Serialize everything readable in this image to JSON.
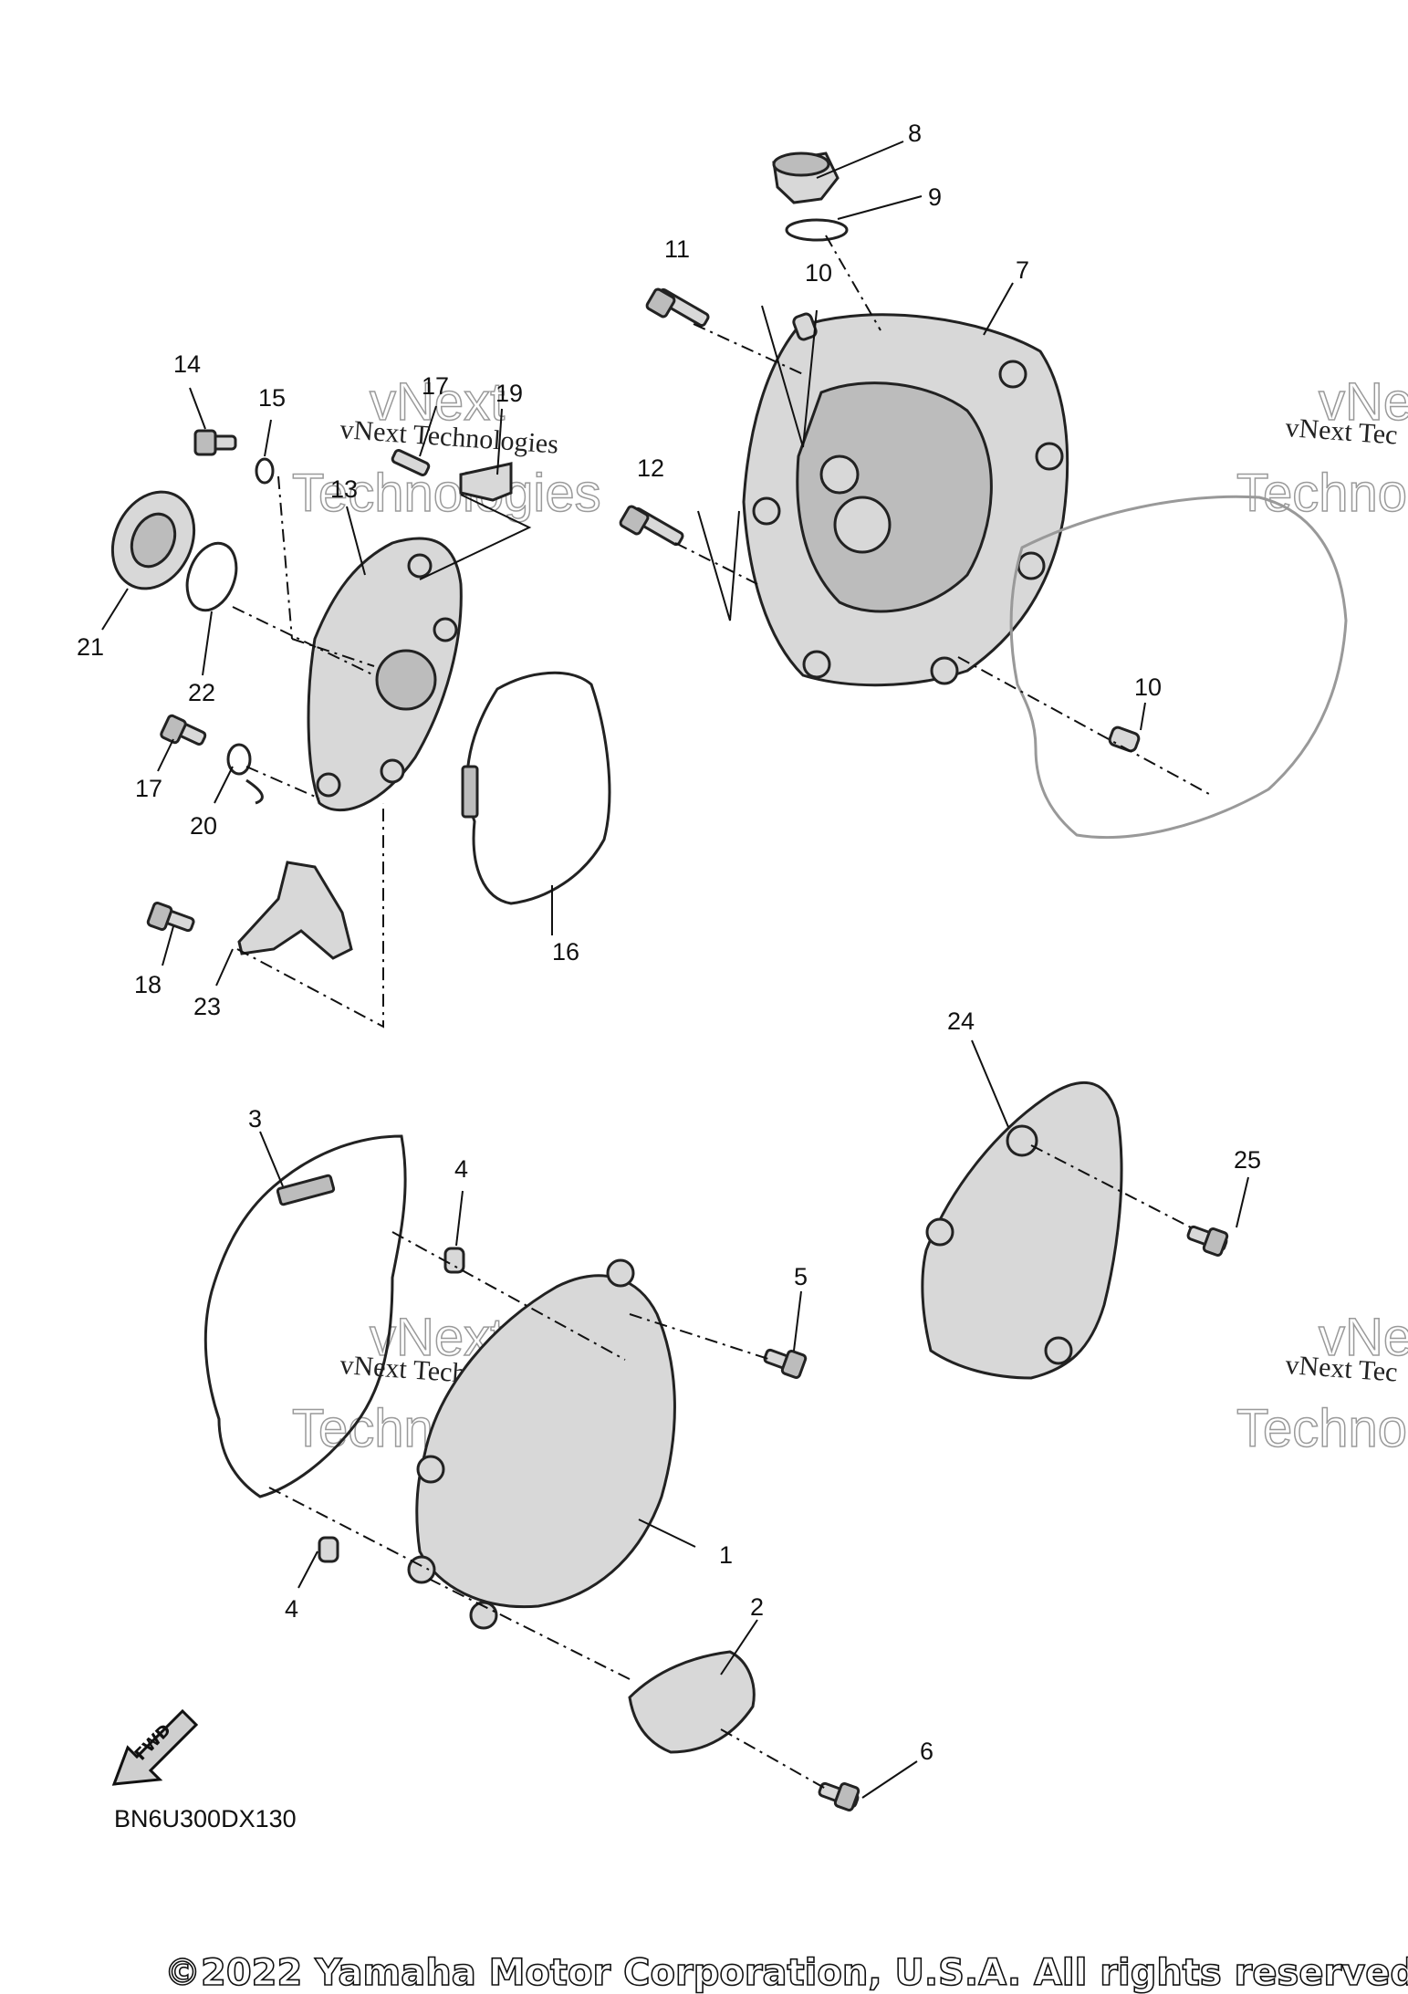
{
  "diagram": {
    "callouts": {
      "c1": "1",
      "c2": "2",
      "c3": "3",
      "c4a": "4",
      "c4b": "4",
      "c5": "5",
      "c6": "6",
      "c7": "7",
      "c8": "8",
      "c9": "9",
      "c10a": "10",
      "c10b": "10",
      "c11": "11",
      "c12": "12",
      "c13": "13",
      "c14": "14",
      "c15": "15",
      "c16": "16",
      "c17a": "17",
      "c17b": "17",
      "c18": "18",
      "c19": "19",
      "c20": "20",
      "c21": "21",
      "c22": "22",
      "c23": "23",
      "c24": "24",
      "c25": "25"
    },
    "watermark_line1": "vNext Technologies",
    "watermark_big_top": "vNext",
    "watermark_big_bottom": "Technologies",
    "watermark_edge_text": "vNext Tec",
    "watermark_edge_big_top": "vNe",
    "watermark_edge_big_bottom": "Techno",
    "fwd_label": "FWD",
    "diagram_code": "BN6U300DX130",
    "copyright": "©2022 Yamaha Motor Corporation, U.S.A. All rights reserved."
  }
}
